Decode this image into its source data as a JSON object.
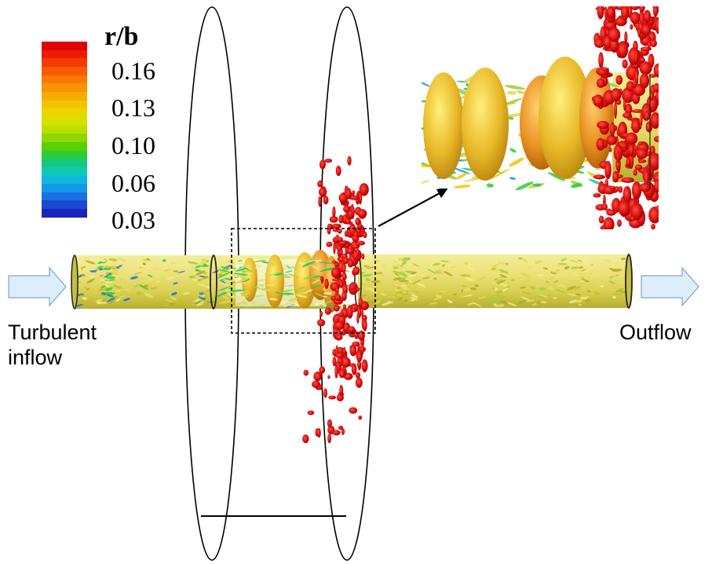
{
  "legend": {
    "title": "r/b",
    "ticks": [
      "0.16",
      "0.13",
      "0.10",
      "0.06",
      "0.03"
    ],
    "colors": [
      "#e00000",
      "#ee1a00",
      "#f43a00",
      "#f85a00",
      "#f97a00",
      "#f99400",
      "#f7ad00",
      "#f2c400",
      "#e9d600",
      "#d8e000",
      "#b9e000",
      "#8ed800",
      "#5ad000",
      "#2bcc3a",
      "#14c880",
      "#10c8b8",
      "#10b8e0",
      "#1498e8",
      "#1a70e0",
      "#1a48d0",
      "#1a24b8"
    ]
  },
  "labels": {
    "inflow": "Turbulent inflow",
    "outflow": "Outflow"
  },
  "palette": {
    "tube_yellow": "#e6e060",
    "vortex_gold": "#e8b828",
    "vortex_orange": "#e8901a",
    "vortex_red": "#cc0a0a",
    "arrow_fill": "#dceefa",
    "arrow_stroke": "#7fa6c4"
  }
}
